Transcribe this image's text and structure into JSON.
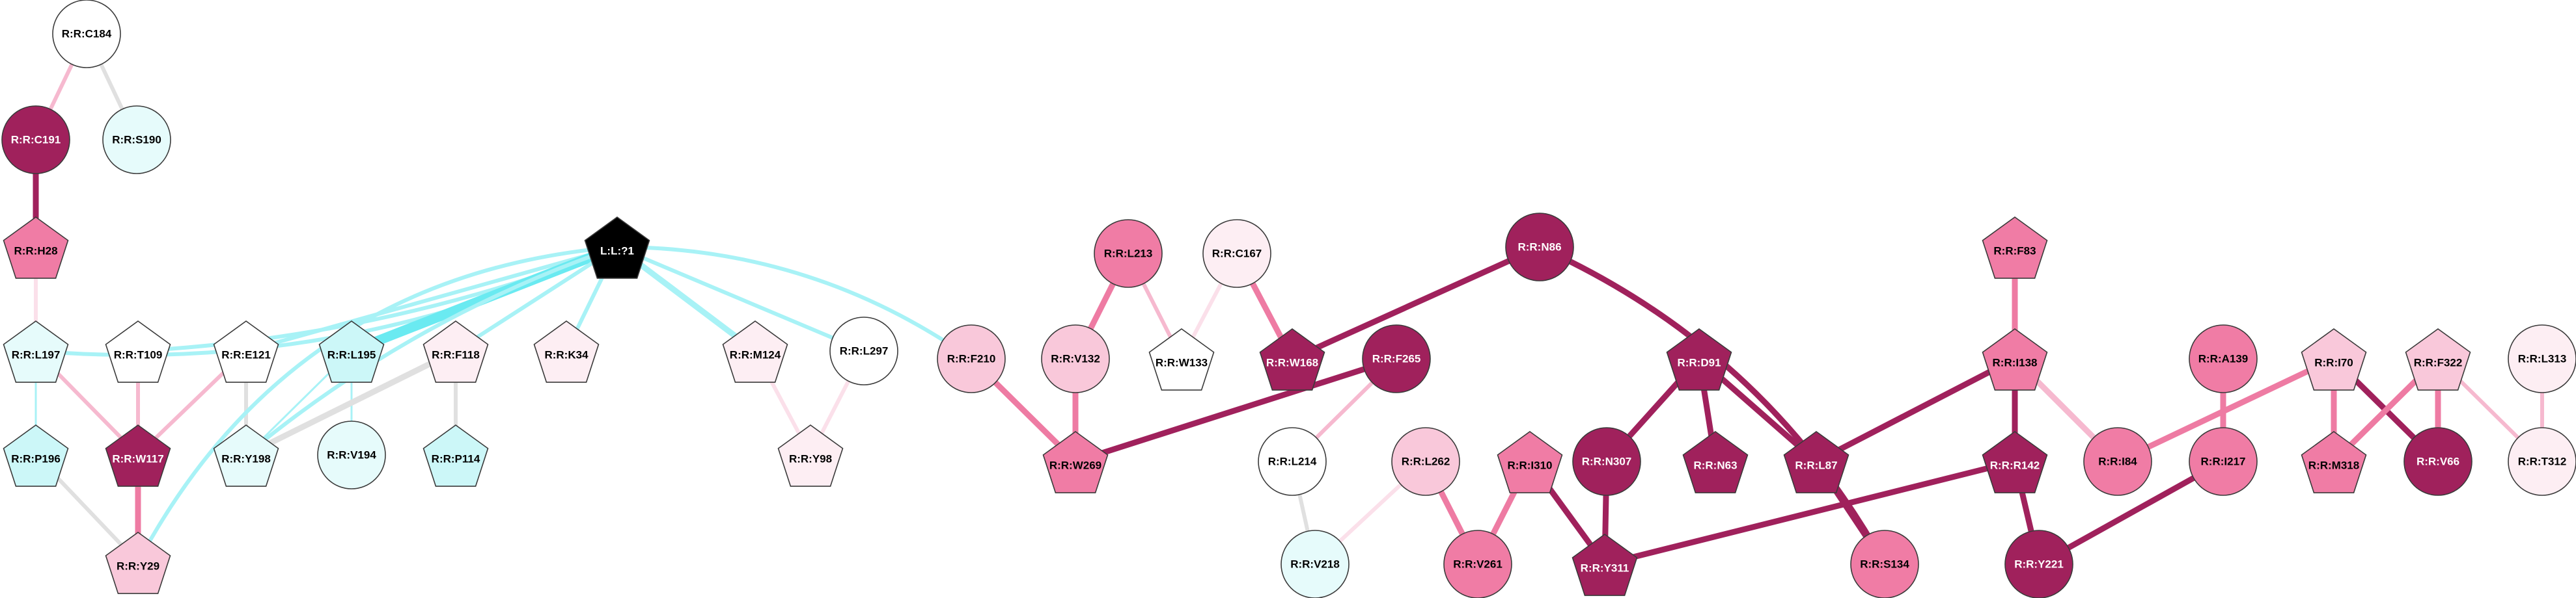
{
  "colors": {
    "white": "#ffffff",
    "cyan_light": "#e6fbfb",
    "cyan": "#ccf7f8",
    "pink_pale": "#fdeef3",
    "pink_light": "#f9c8da",
    "pink_mid": "#f07ca5",
    "magenta": "#a0215c",
    "black": "#000000",
    "edge_cyan": "#a8f2f6",
    "edge_cyan_strong": "#6aeaf1",
    "edge_grey": "#e0e0e0",
    "edge_pink_pale": "#fbe0ea",
    "edge_pink_light": "#f6b9cf",
    "edge_pink_mid": "#ee7ba3",
    "edge_magenta": "#a0215c"
  },
  "nodes": [
    {
      "id": "C184",
      "label": "R:R:C184",
      "shape": "circle",
      "fill": "white"
    },
    {
      "id": "C191",
      "label": "R:R:C191",
      "shape": "circle",
      "fill": "magenta"
    },
    {
      "id": "S190",
      "label": "R:R:S190",
      "shape": "circle",
      "fill": "cyan_light"
    },
    {
      "id": "H28",
      "label": "R:R:H28",
      "shape": "pentagon",
      "fill": "pink_mid"
    },
    {
      "id": "L197",
      "label": "R:R:L197",
      "shape": "pentagon",
      "fill": "cyan_light"
    },
    {
      "id": "T109",
      "label": "R:R:T109",
      "shape": "pentagon",
      "fill": "white"
    },
    {
      "id": "E121",
      "label": "R:R:E121",
      "shape": "pentagon",
      "fill": "white"
    },
    {
      "id": "L195",
      "label": "R:R:L195",
      "shape": "pentagon",
      "fill": "cyan"
    },
    {
      "id": "F118",
      "label": "R:R:F118",
      "shape": "pentagon",
      "fill": "pink_pale"
    },
    {
      "id": "K34",
      "label": "R:R:K34",
      "shape": "pentagon",
      "fill": "pink_pale"
    },
    {
      "id": "L71",
      "label": "L:L:?1",
      "shape": "pentagon",
      "fill": "black"
    },
    {
      "id": "M124",
      "label": "R:R:M124",
      "shape": "pentagon",
      "fill": "pink_pale"
    },
    {
      "id": "L297",
      "label": "R:R:L297",
      "shape": "circle",
      "fill": "white"
    },
    {
      "id": "P196",
      "label": "R:R:P196",
      "shape": "pentagon",
      "fill": "cyan"
    },
    {
      "id": "W117",
      "label": "R:R:W117",
      "shape": "pentagon",
      "fill": "magenta"
    },
    {
      "id": "Y198",
      "label": "R:R:Y198",
      "shape": "pentagon",
      "fill": "cyan_light"
    },
    {
      "id": "V194",
      "label": "R:R:V194",
      "shape": "circle",
      "fill": "cyan_light"
    },
    {
      "id": "P114",
      "label": "R:R:P114",
      "shape": "pentagon",
      "fill": "cyan"
    },
    {
      "id": "Y98",
      "label": "R:R:Y98",
      "shape": "pentagon",
      "fill": "pink_pale"
    },
    {
      "id": "Y29",
      "label": "R:R:Y29",
      "shape": "pentagon",
      "fill": "pink_light"
    },
    {
      "id": "F210",
      "label": "R:R:F210",
      "shape": "circle",
      "fill": "pink_light"
    },
    {
      "id": "L213",
      "label": "R:R:L213",
      "shape": "circle",
      "fill": "pink_mid"
    },
    {
      "id": "C167",
      "label": "R:R:C167",
      "shape": "circle",
      "fill": "pink_pale"
    },
    {
      "id": "V132",
      "label": "R:R:V132",
      "shape": "circle",
      "fill": "pink_light"
    },
    {
      "id": "W133",
      "label": "R:R:W133",
      "shape": "pentagon",
      "fill": "white"
    },
    {
      "id": "W168",
      "label": "R:R:W168",
      "shape": "pentagon",
      "fill": "magenta"
    },
    {
      "id": "N86",
      "label": "R:R:N86",
      "shape": "circle",
      "fill": "magenta"
    },
    {
      "id": "F265",
      "label": "R:R:F265",
      "shape": "circle",
      "fill": "magenta"
    },
    {
      "id": "W269",
      "label": "R:R:W269",
      "shape": "pentagon",
      "fill": "pink_mid"
    },
    {
      "id": "L214",
      "label": "R:R:L214",
      "shape": "circle",
      "fill": "white"
    },
    {
      "id": "V218",
      "label": "R:R:V218",
      "shape": "circle",
      "fill": "cyan_light"
    },
    {
      "id": "L262",
      "label": "R:R:L262",
      "shape": "circle",
      "fill": "pink_light"
    },
    {
      "id": "V261",
      "label": "R:R:V261",
      "shape": "circle",
      "fill": "pink_mid"
    },
    {
      "id": "I310",
      "label": "R:R:I310",
      "shape": "pentagon",
      "fill": "pink_mid"
    },
    {
      "id": "D91",
      "label": "R:R:D91",
      "shape": "pentagon",
      "fill": "magenta"
    },
    {
      "id": "N307",
      "label": "R:R:N307",
      "shape": "circle",
      "fill": "magenta"
    },
    {
      "id": "N63",
      "label": "R:R:N63",
      "shape": "pentagon",
      "fill": "magenta"
    },
    {
      "id": "L87",
      "label": "R:R:L87",
      "shape": "pentagon",
      "fill": "magenta"
    },
    {
      "id": "Y311",
      "label": "R:R:Y311",
      "shape": "pentagon",
      "fill": "magenta"
    },
    {
      "id": "S134",
      "label": "R:R:S134",
      "shape": "circle",
      "fill": "pink_mid"
    },
    {
      "id": "F83",
      "label": "R:R:F83",
      "shape": "pentagon",
      "fill": "pink_mid"
    },
    {
      "id": "I138",
      "label": "R:R:I138",
      "shape": "pentagon",
      "fill": "pink_mid"
    },
    {
      "id": "R142",
      "label": "R:R:R142",
      "shape": "pentagon",
      "fill": "magenta"
    },
    {
      "id": "I84",
      "label": "R:R:I84",
      "shape": "circle",
      "fill": "pink_mid"
    },
    {
      "id": "Y221",
      "label": "R:R:Y221",
      "shape": "circle",
      "fill": "magenta"
    },
    {
      "id": "A139",
      "label": "R:R:A139",
      "shape": "circle",
      "fill": "pink_mid"
    },
    {
      "id": "I217",
      "label": "R:R:I217",
      "shape": "circle",
      "fill": "pink_mid"
    },
    {
      "id": "I70",
      "label": "R:R:I70",
      "shape": "pentagon",
      "fill": "pink_light"
    },
    {
      "id": "F322",
      "label": "R:R:F322",
      "shape": "pentagon",
      "fill": "pink_light"
    },
    {
      "id": "M318",
      "label": "R:R:M318",
      "shape": "pentagon",
      "fill": "pink_mid"
    },
    {
      "id": "V66",
      "label": "R:R:V66",
      "shape": "circle",
      "fill": "magenta"
    },
    {
      "id": "L313",
      "label": "R:R:L313",
      "shape": "circle",
      "fill": "pink_pale"
    },
    {
      "id": "T312",
      "label": "R:R:T312",
      "shape": "circle",
      "fill": "pink_pale"
    }
  ],
  "edges": [
    {
      "from": "C184",
      "to": "C191",
      "color": "edge_pink_light",
      "weight": 2
    },
    {
      "from": "C184",
      "to": "S190",
      "color": "edge_grey",
      "weight": 2
    },
    {
      "from": "C191",
      "to": "H28",
      "color": "edge_magenta",
      "weight": 3
    },
    {
      "from": "H28",
      "to": "L197",
      "color": "edge_pink_pale",
      "weight": 2
    },
    {
      "from": "L197",
      "to": "P196",
      "color": "edge_cyan",
      "weight": 1
    },
    {
      "from": "L197",
      "to": "W117",
      "color": "edge_pink_light",
      "weight": 2
    },
    {
      "from": "T109",
      "to": "W117",
      "color": "edge_pink_light",
      "weight": 2
    },
    {
      "from": "E121",
      "to": "W117",
      "color": "edge_pink_light",
      "weight": 2
    },
    {
      "from": "E121",
      "to": "Y198",
      "color": "edge_grey",
      "weight": 2
    },
    {
      "from": "L195",
      "to": "Y198",
      "color": "edge_cyan",
      "weight": 1
    },
    {
      "from": "L195",
      "to": "V194",
      "color": "edge_cyan",
      "weight": 1
    },
    {
      "from": "F118",
      "to": "Y198",
      "color": "edge_grey",
      "weight": 3
    },
    {
      "from": "F118",
      "to": "P114",
      "color": "edge_grey",
      "weight": 2
    },
    {
      "from": "P196",
      "to": "Y29",
      "color": "edge_grey",
      "weight": 2
    },
    {
      "from": "W117",
      "to": "Y29",
      "color": "edge_pink_mid",
      "weight": 3
    },
    {
      "from": "M124",
      "to": "Y98",
      "color": "edge_pink_pale",
      "weight": 2
    },
    {
      "from": "L297",
      "to": "Y98",
      "color": "edge_pink_pale",
      "weight": 2
    },
    {
      "from": "L71",
      "to": "L197",
      "color": "edge_cyan",
      "weight": 2,
      "curve": -40
    },
    {
      "from": "L71",
      "to": "T109",
      "color": "edge_cyan",
      "weight": 2,
      "curve": -20
    },
    {
      "from": "L71",
      "to": "E121",
      "color": "edge_cyan",
      "weight": 2
    },
    {
      "from": "L71",
      "to": "L195",
      "color": "edge_cyan_strong",
      "weight": 5
    },
    {
      "from": "L71",
      "to": "F118",
      "color": "edge_cyan",
      "weight": 2
    },
    {
      "from": "L71",
      "to": "K34",
      "color": "edge_cyan",
      "weight": 2
    },
    {
      "from": "L71",
      "to": "M124",
      "color": "edge_cyan",
      "weight": 3
    },
    {
      "from": "L71",
      "to": "L297",
      "color": "edge_cyan",
      "weight": 2
    },
    {
      "from": "L71",
      "to": "F210",
      "color": "edge_cyan",
      "weight": 2,
      "curve": -30
    },
    {
      "from": "L71",
      "to": "Y198",
      "color": "edge_cyan",
      "weight": 2,
      "curve": 20
    },
    {
      "from": "L71",
      "to": "Y29",
      "color": "edge_cyan",
      "weight": 2,
      "curve": 80
    },
    {
      "from": "F210",
      "to": "W269",
      "color": "edge_pink_mid",
      "weight": 3
    },
    {
      "from": "L213",
      "to": "V132",
      "color": "edge_pink_mid",
      "weight": 3
    },
    {
      "from": "L213",
      "to": "W133",
      "color": "edge_pink_light",
      "weight": 2
    },
    {
      "from": "C167",
      "to": "W133",
      "color": "edge_pink_pale",
      "weight": 2
    },
    {
      "from": "C167",
      "to": "W168",
      "color": "edge_pink_mid",
      "weight": 3
    },
    {
      "from": "V132",
      "to": "W269",
      "color": "edge_pink_mid",
      "weight": 3
    },
    {
      "from": "N86",
      "to": "W168",
      "color": "edge_magenta",
      "weight": 3
    },
    {
      "from": "N86",
      "to": "S134",
      "color": "edge_magenta",
      "weight": 3,
      "curve": -40
    },
    {
      "from": "F265",
      "to": "W269",
      "color": "edge_magenta",
      "weight": 3
    },
    {
      "from": "F265",
      "to": "L214",
      "color": "edge_pink_light",
      "weight": 2
    },
    {
      "from": "L214",
      "to": "V218",
      "color": "edge_grey",
      "weight": 2
    },
    {
      "from": "L262",
      "to": "V218",
      "color": "edge_pink_pale",
      "weight": 2
    },
    {
      "from": "L262",
      "to": "V261",
      "color": "edge_pink_mid",
      "weight": 3
    },
    {
      "from": "I310",
      "to": "V261",
      "color": "edge_pink_mid",
      "weight": 3
    },
    {
      "from": "I310",
      "to": "Y311",
      "color": "edge_magenta",
      "weight": 3
    },
    {
      "from": "D91",
      "to": "N307",
      "color": "edge_magenta",
      "weight": 3
    },
    {
      "from": "D91",
      "to": "N63",
      "color": "edge_magenta",
      "weight": 3
    },
    {
      "from": "D91",
      "to": "L87",
      "color": "edge_magenta",
      "weight": 3
    },
    {
      "from": "N307",
      "to": "Y311",
      "color": "edge_magenta",
      "weight": 3
    },
    {
      "from": "L87",
      "to": "S134",
      "color": "edge_magenta",
      "weight": 3
    },
    {
      "from": "I138",
      "to": "L87",
      "color": "edge_magenta",
      "weight": 3
    },
    {
      "from": "F83",
      "to": "I138",
      "color": "edge_pink_mid",
      "weight": 3
    },
    {
      "from": "I138",
      "to": "R142",
      "color": "edge_magenta",
      "weight": 3
    },
    {
      "from": "I138",
      "to": "I84",
      "color": "edge_pink_light",
      "weight": 3
    },
    {
      "from": "R142",
      "to": "Y311",
      "color": "edge_magenta",
      "weight": 3
    },
    {
      "from": "R142",
      "to": "Y221",
      "color": "edge_magenta",
      "weight": 3
    },
    {
      "from": "A139",
      "to": "I217",
      "color": "edge_pink_mid",
      "weight": 3
    },
    {
      "from": "I217",
      "to": "Y221",
      "color": "edge_magenta",
      "weight": 3
    },
    {
      "from": "I70",
      "to": "I84",
      "color": "edge_pink_mid",
      "weight": 3
    },
    {
      "from": "I70",
      "to": "M318",
      "color": "edge_pink_mid",
      "weight": 3
    },
    {
      "from": "I70",
      "to": "V66",
      "color": "edge_magenta",
      "weight": 3
    },
    {
      "from": "F322",
      "to": "M318",
      "color": "edge_pink_mid",
      "weight": 3
    },
    {
      "from": "F322",
      "to": "V66",
      "color": "edge_pink_mid",
      "weight": 3
    },
    {
      "from": "F322",
      "to": "T312",
      "color": "edge_pink_light",
      "weight": 2
    },
    {
      "from": "L313",
      "to": "T312",
      "color": "edge_pink_light",
      "weight": 2
    }
  ]
}
